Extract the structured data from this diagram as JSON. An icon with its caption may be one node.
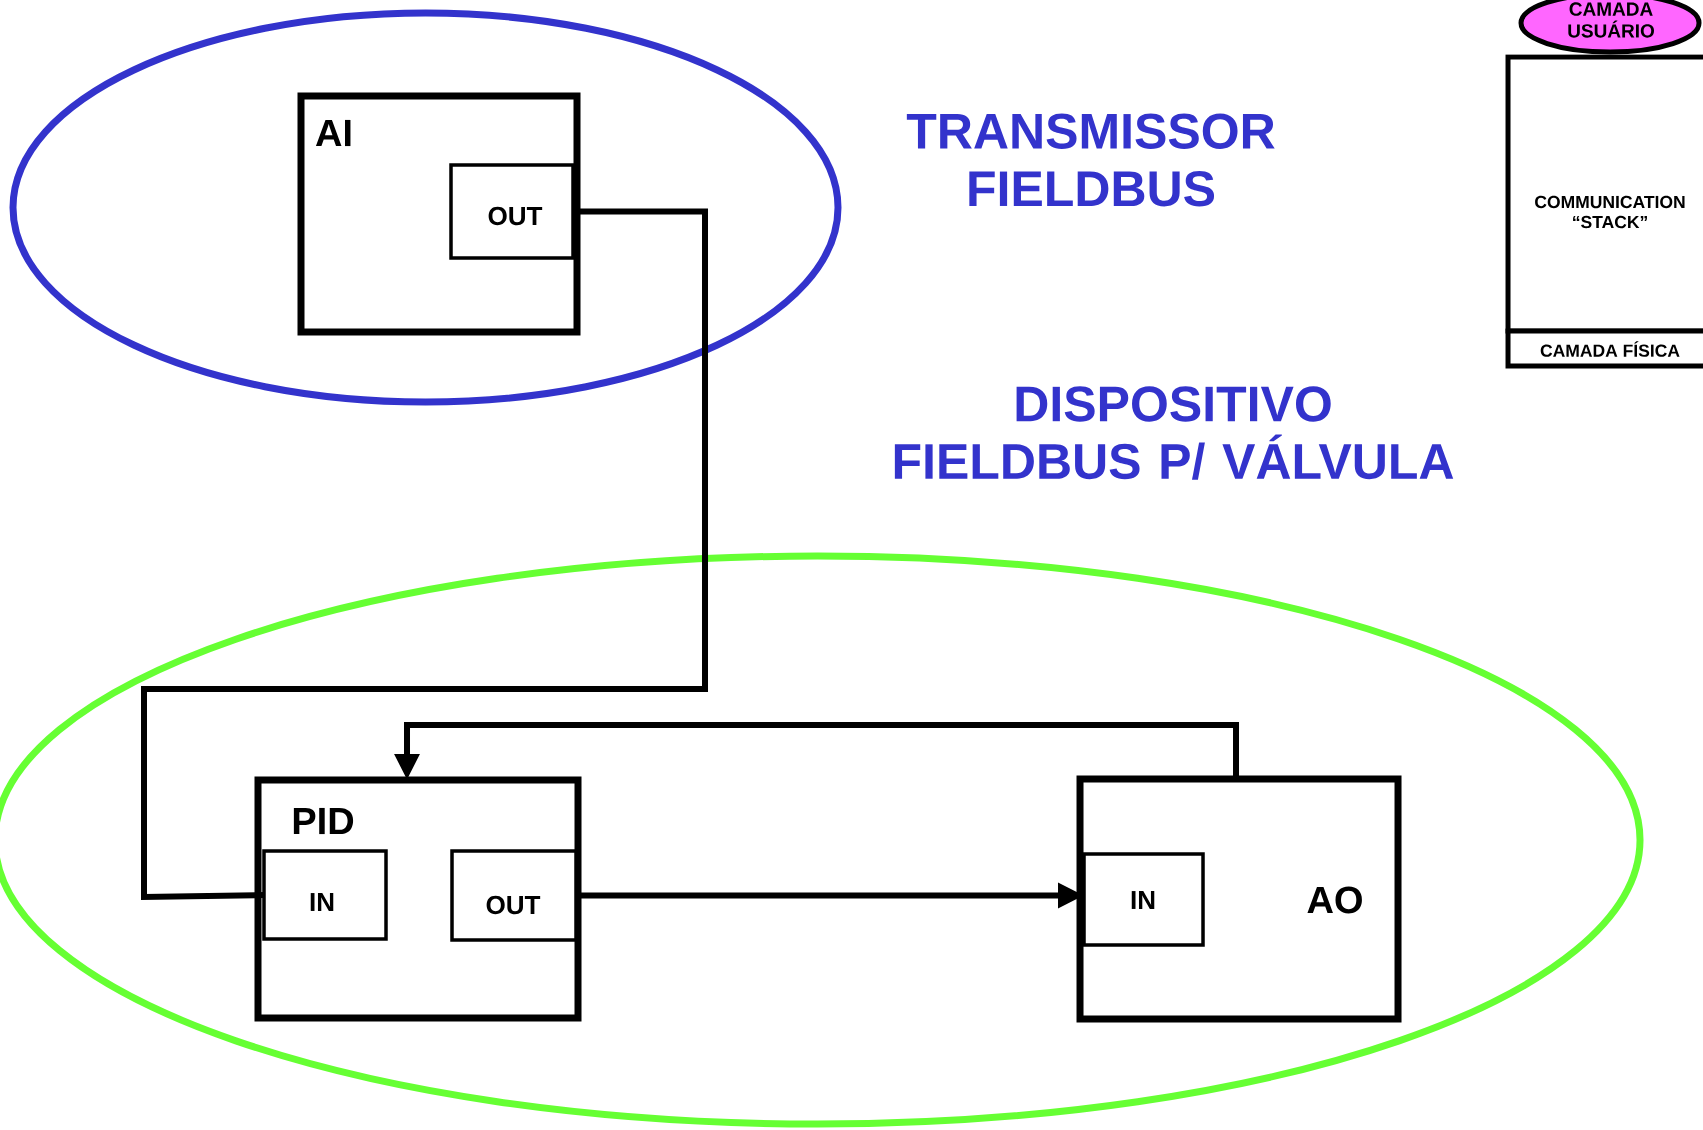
{
  "diagram": {
    "nodes": [
      {
        "text": [
          "TRANSMISSOR FIELDBUS"
        ]
      },
      {
        "text": [
          "AI"
        ],
        "in": 0
      },
      {
        "text": [
          "OUT"
        ],
        "in": 1
      },
      {
        "text": [
          "DISPOSITIVO FIELDBUS P/ VÁLVULA"
        ]
      },
      {
        "text": [
          "PID"
        ],
        "in": 3
      },
      {
        "text": [
          "IN"
        ],
        "in": 4
      },
      {
        "text": [
          "OUT"
        ],
        "in": 4
      },
      {
        "text": [
          "AO"
        ],
        "in": 3
      },
      {
        "text": [
          "IN"
        ],
        "in": 7
      },
      {
        "text": [
          "CAMADA USUÁRIO"
        ]
      },
      {
        "text": [
          "COMMUNICATION “STACK”"
        ]
      },
      {
        "text": [
          "CAMADA FÍSICA"
        ]
      }
    ],
    "edges": [
      {
        "from": 2,
        "to": 5,
        "arrow": "none"
      },
      {
        "from": 6,
        "to": 8,
        "arrow": "to"
      },
      {
        "from": 7,
        "to": 4,
        "arrow": "to"
      }
    ]
  }
}
